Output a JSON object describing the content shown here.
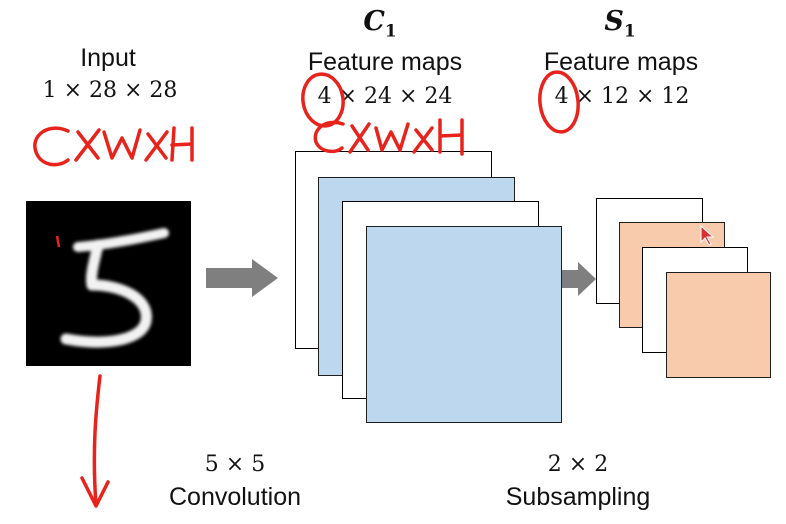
{
  "input": {
    "title": "Input",
    "dims": "1 × 28 × 28"
  },
  "c1": {
    "symbol": "C",
    "sub": "1",
    "title": "Feature maps",
    "dims": "4 × 24 × 24"
  },
  "s1": {
    "symbol": "S",
    "sub": "1",
    "title": "Feature maps",
    "dims": "4 × 12 × 12"
  },
  "conv": {
    "size": "5 × 5",
    "label": "Convolution"
  },
  "subsample": {
    "size": "2 × 2",
    "label": "Subsampling"
  },
  "annotations": {
    "cxwxh_1": "CXWXH",
    "cxwxh_2": "CXWXH"
  },
  "colors": {
    "c1_map": "#bdd7ee",
    "s1_map": "#f8cbad",
    "arrow": "#7f7f7f",
    "ink": "#e8231c"
  }
}
